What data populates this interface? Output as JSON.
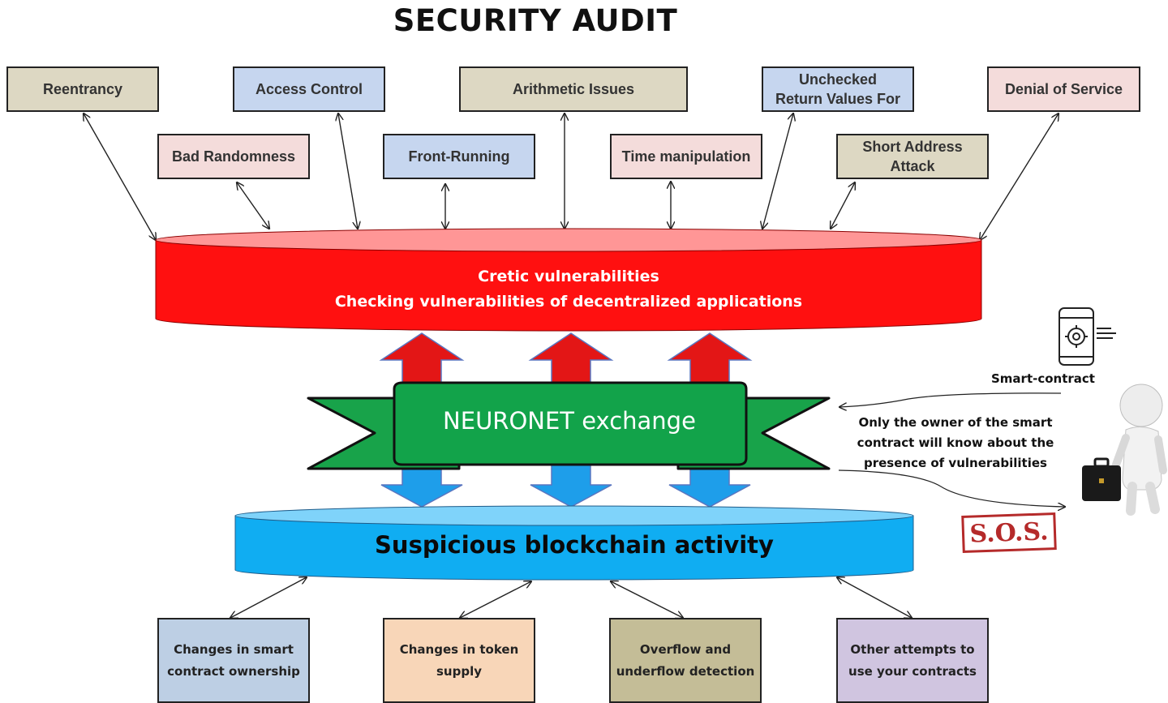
{
  "title": "SECURITY AUDIT",
  "top_boxes": {
    "reentrancy": "Reentrancy",
    "access_control": "Access Control",
    "arithmetic": "Arithmetic Issues",
    "unchecked_l1": "Unchecked",
    "unchecked_l2": "Return Values For",
    "denial": "Denial of Service",
    "bad_randomness": "Bad Randomness",
    "front_running": "Front-Running",
    "time_manipulation": "Time manipulation",
    "short_address_l1": "Short Address",
    "short_address_l2": "Attack"
  },
  "critical": {
    "line1": "Cretic vulnerabilities",
    "line2": "Checking vulnerabilities of decentralized applications",
    "color": "#ff0000"
  },
  "neuronet": {
    "label": "NEURONET exchange",
    "color": "#16a34a"
  },
  "suspicious": {
    "label": "Suspicious blockchain activity",
    "color": "#00b0f0"
  },
  "side": {
    "smart_contract": "Smart-contract",
    "owner_l1": "Only the owner of the smart",
    "owner_l2": "contract will know about the",
    "owner_l3": "presence of vulnerabilities",
    "sos": "S.O.S."
  },
  "bottom_boxes": {
    "b1_l1": "Changes in smart",
    "b1_l2": "contract ownership",
    "b2_l1": "Changes in token",
    "b2_l2": "supply",
    "b3_l1": "Overflow and",
    "b3_l2": "underflow detection",
    "b4_l1": "Other attempts to",
    "b4_l2": "use your contracts"
  },
  "icons": [
    "smartphone-gear-icon",
    "person-with-briefcase-icon"
  ]
}
